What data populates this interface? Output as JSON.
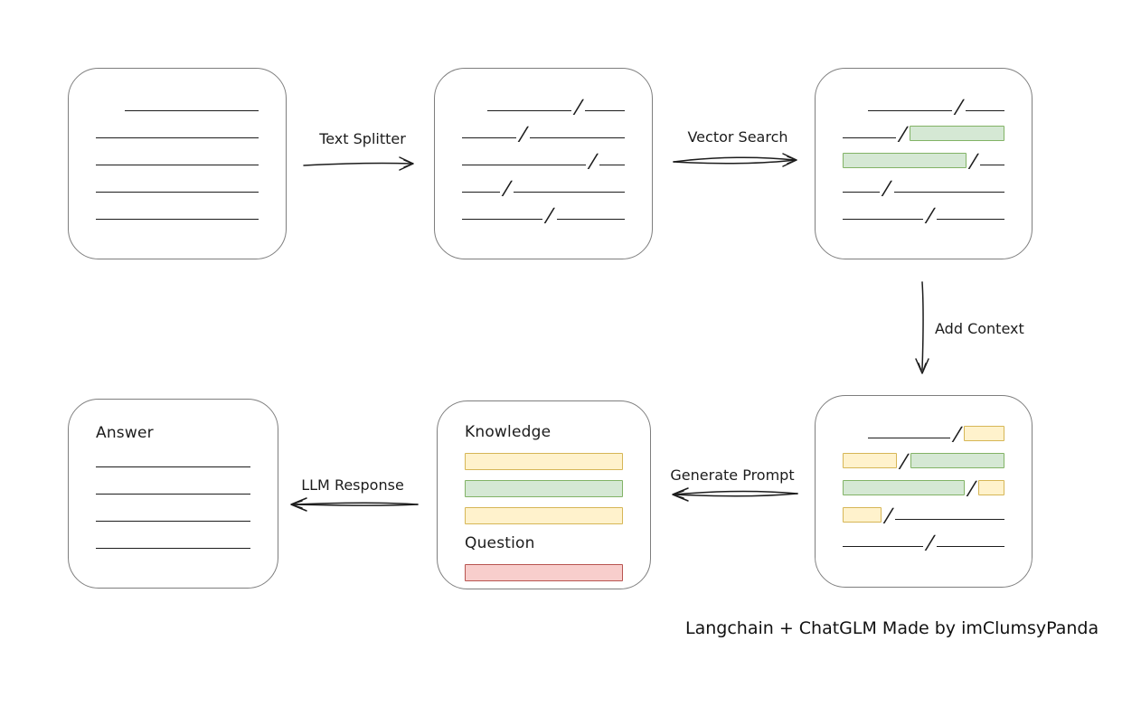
{
  "caption": "Langchain + ChatGLM Made by imClumsyPanda",
  "colors": {
    "stroke": "#1c1c1c",
    "box_border": "#7e7e7e",
    "green_fill": "#d5e8d4",
    "green_border": "#82b366",
    "yellow_fill": "#fff2cc",
    "yellow_border": "#d6b656",
    "red_fill": "#f8cecc",
    "red_border": "#b85450"
  },
  "arrows": {
    "text_splitter": {
      "label": "Text Splitter",
      "direction": "right"
    },
    "vector_search": {
      "label": "Vector Search",
      "direction": "right"
    },
    "add_context": {
      "label": "Add Context",
      "direction": "down"
    },
    "generate_prompt": {
      "label": "Generate Prompt",
      "direction": "left"
    },
    "llm_response": {
      "label": "LLM Response",
      "direction": "left"
    }
  },
  "boxes": {
    "source_document": {
      "rows": [
        {
          "indent": 32,
          "segments": [
            {
              "type": "line",
              "width": 148
            }
          ]
        },
        {
          "segments": [
            {
              "type": "line",
              "width": 182
            }
          ]
        },
        {
          "segments": [
            {
              "type": "line",
              "width": 182
            }
          ]
        },
        {
          "segments": [
            {
              "type": "line",
              "width": 182
            }
          ]
        },
        {
          "segments": [
            {
              "type": "line",
              "width": 182
            }
          ]
        }
      ]
    },
    "split_chunks": {
      "rows": [
        {
          "indent": 28,
          "segments": [
            {
              "type": "line",
              "width": 94
            },
            {
              "type": "line",
              "width": 44
            }
          ]
        },
        {
          "segments": [
            {
              "type": "line",
              "width": 60
            },
            {
              "type": "line",
              "width": 106
            }
          ]
        },
        {
          "segments": [
            {
              "type": "line",
              "width": 138
            },
            {
              "type": "line",
              "width": 28
            }
          ]
        },
        {
          "segments": [
            {
              "type": "line",
              "width": 42
            },
            {
              "type": "line",
              "width": 124
            }
          ]
        },
        {
          "segments": [
            {
              "type": "line",
              "width": 90
            },
            {
              "type": "line",
              "width": 76
            }
          ]
        }
      ]
    },
    "vector_search_result": {
      "rows": [
        {
          "indent": 28,
          "segments": [
            {
              "type": "line",
              "width": 94
            },
            {
              "type": "line",
              "width": 44
            }
          ]
        },
        {
          "segments": [
            {
              "type": "line",
              "width": 60
            },
            {
              "type": "chip",
              "color": "green",
              "width": 106
            }
          ]
        },
        {
          "segments": [
            {
              "type": "chip",
              "color": "green",
              "width": 138
            },
            {
              "type": "line",
              "width": 28
            }
          ]
        },
        {
          "segments": [
            {
              "type": "line",
              "width": 42
            },
            {
              "type": "line",
              "width": 124
            }
          ]
        },
        {
          "segments": [
            {
              "type": "line",
              "width": 90
            },
            {
              "type": "line",
              "width": 76
            }
          ]
        }
      ]
    },
    "context_chunks": {
      "rows": [
        {
          "indent": 28,
          "segments": [
            {
              "type": "line",
              "width": 94
            },
            {
              "type": "chip",
              "color": "yellow",
              "width": 44
            }
          ]
        },
        {
          "segments": [
            {
              "type": "chip",
              "color": "yellow",
              "width": 60
            },
            {
              "type": "chip",
              "color": "green",
              "width": 106
            }
          ]
        },
        {
          "segments": [
            {
              "type": "chip",
              "color": "green",
              "width": 138
            },
            {
              "type": "chip",
              "color": "yellow",
              "width": 28
            }
          ]
        },
        {
          "segments": [
            {
              "type": "chip",
              "color": "yellow",
              "width": 42
            },
            {
              "type": "line",
              "width": 124
            }
          ]
        },
        {
          "segments": [
            {
              "type": "line",
              "width": 90
            },
            {
              "type": "line",
              "width": 76
            }
          ]
        }
      ]
    },
    "prompt": {
      "rows": [
        {
          "type": "heading",
          "text": "Knowledge",
          "name": "knowledge-label"
        },
        {
          "segments": [
            {
              "type": "chip",
              "color": "yellow",
              "width": 182,
              "tall": true
            }
          ]
        },
        {
          "segments": [
            {
              "type": "chip",
              "color": "green",
              "width": 182,
              "tall": true
            }
          ]
        },
        {
          "segments": [
            {
              "type": "chip",
              "color": "yellow",
              "width": 182,
              "tall": true
            }
          ]
        },
        {
          "type": "heading",
          "text": "Question",
          "name": "question-label"
        },
        {
          "segments": [
            {
              "type": "chip",
              "color": "red",
              "width": 182,
              "tall": true
            }
          ]
        }
      ]
    },
    "answer": {
      "rows": [
        {
          "type": "heading",
          "text": "Answer",
          "name": "answer-label"
        },
        {
          "segments": [
            {
              "type": "line",
              "width": 180
            }
          ]
        },
        {
          "segments": [
            {
              "type": "line",
              "width": 180
            }
          ]
        },
        {
          "segments": [
            {
              "type": "line",
              "width": 180
            }
          ]
        },
        {
          "segments": [
            {
              "type": "line",
              "width": 180
            }
          ]
        }
      ]
    }
  }
}
